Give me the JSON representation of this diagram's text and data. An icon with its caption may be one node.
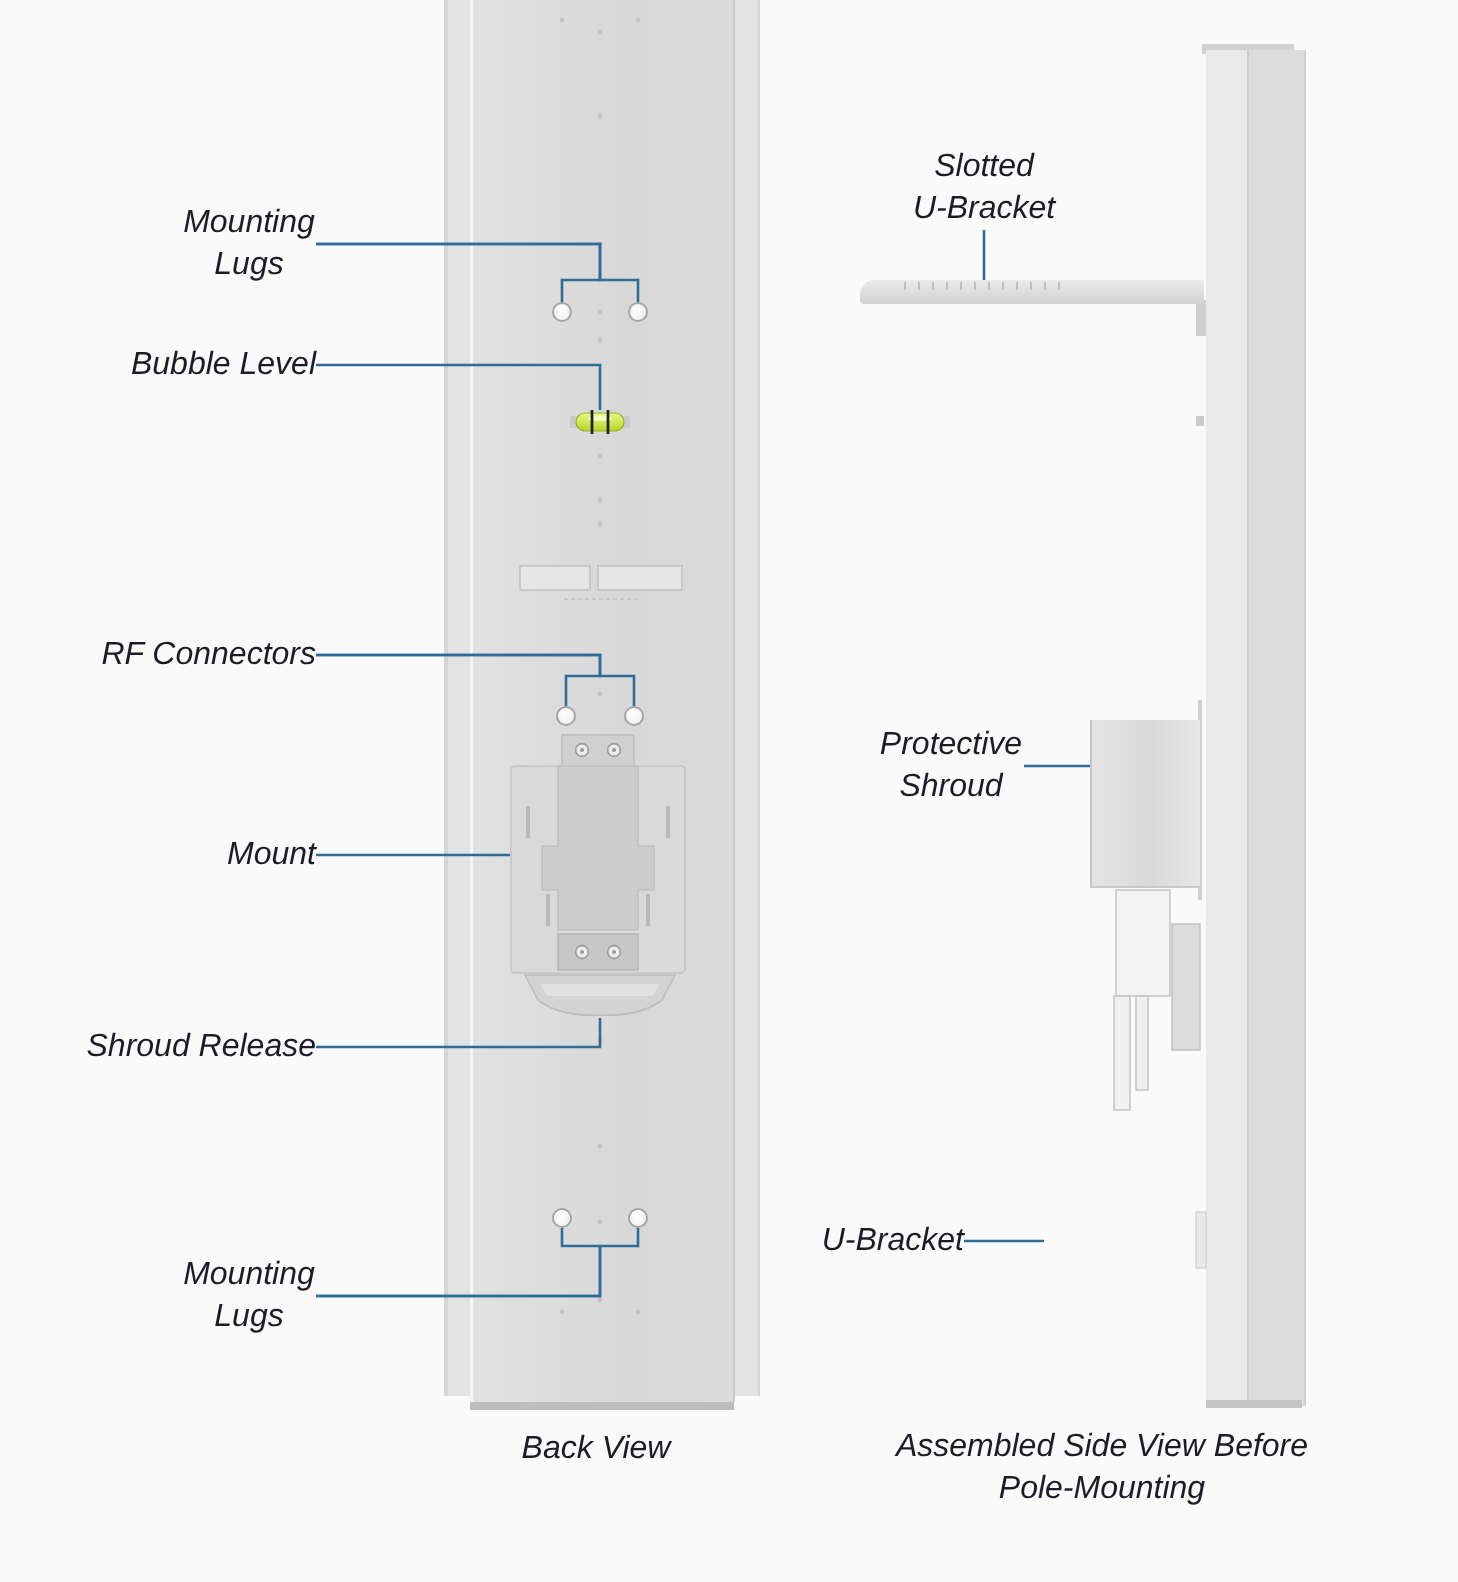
{
  "diagram": {
    "nodes": [
      {
        "text": [
          "Mounting Lugs"
        ]
      },
      {
        "text": [],
        "shape": "circle"
      },
      {
        "text": [],
        "shape": "circle"
      },
      {
        "text": [
          "Bubble Level"
        ]
      },
      {
        "text": [],
        "shape": "picture"
      },
      {
        "text": [
          "RF Connectors"
        ]
      },
      {
        "text": [],
        "shape": "circle"
      },
      {
        "text": [],
        "shape": "circle"
      },
      {
        "text": [
          "Mount"
        ]
      },
      {
        "text": [],
        "shape": "picture"
      },
      {
        "text": [
          "Shroud Release"
        ]
      },
      {
        "text": [],
        "shape": "picture"
      },
      {
        "text": [
          "Mounting Lugs"
        ]
      },
      {
        "text": [],
        "shape": "circle"
      },
      {
        "text": [],
        "shape": "circle"
      },
      {
        "text": [
          "Slotted U-Bracket"
        ]
      },
      {
        "text": [],
        "shape": "bar"
      },
      {
        "text": [
          "Protective Shroud"
        ]
      },
      {
        "text": [],
        "shape": "box"
      },
      {
        "text": [
          "U-Bracket"
        ]
      }
    ],
    "edges": [
      {
        "from": 0,
        "to": 1,
        "arrow": "none"
      },
      {
        "from": 0,
        "to": 2,
        "arrow": "none"
      },
      {
        "from": 3,
        "to": 4,
        "arrow": "none"
      },
      {
        "from": 5,
        "to": 6,
        "arrow": "none"
      },
      {
        "from": 5,
        "to": 7,
        "arrow": "none"
      },
      {
        "from": 8,
        "to": 9,
        "arrow": "none"
      },
      {
        "from": 10,
        "to": 11,
        "arrow": "none"
      },
      {
        "from": 12,
        "to": 13,
        "arrow": "none"
      },
      {
        "from": 12,
        "to": 14,
        "arrow": "none"
      },
      {
        "from": 15,
        "to": 16,
        "arrow": "none"
      },
      {
        "from": 17,
        "to": 18,
        "arrow": "none"
      },
      {
        "from": 19,
        "to": null,
        "arrow": "none"
      }
    ],
    "labels": [
      "Back View",
      "Assembled Side View Before Pole-Mounting"
    ]
  }
}
